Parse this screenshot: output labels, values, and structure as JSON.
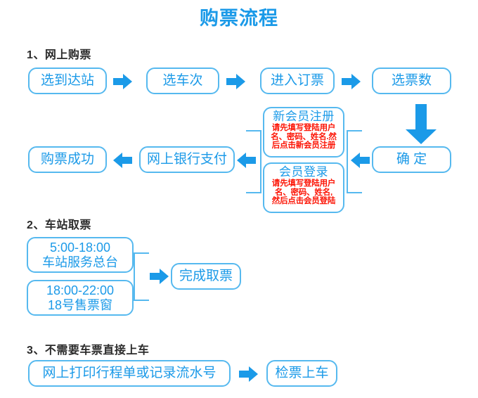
{
  "title": "购票流程",
  "theme": {
    "accent": "#1b9ae8",
    "border": "#56b9ef",
    "alert_text": "#fc1405",
    "heading_text": "#2b2b2b",
    "background": "#ffffff"
  },
  "sections": [
    {
      "heading": "1、网上购票",
      "row1": [
        {
          "label": "选到达站"
        },
        {
          "label": "选车次"
        },
        {
          "label": "进入订票"
        },
        {
          "label": "选票数"
        }
      ],
      "row2": [
        {
          "label": "购票成功"
        },
        {
          "label": "网上银行支付"
        },
        {
          "label": "确 定"
        }
      ],
      "combo_boxes": [
        {
          "title": "新会员注册",
          "lines": [
            "请先填写登陆用户",
            "名、密码、姓名.然",
            "后点击新会员注册"
          ]
        },
        {
          "title": "会员登录",
          "lines": [
            "请先填写登陆用户",
            "名、密码、姓名,",
            "然后点击会员登陆"
          ]
        }
      ]
    },
    {
      "heading": "2、车站取票",
      "options": [
        {
          "line1": "5:00-18:00",
          "line2": "车站服务总台"
        },
        {
          "line1": "18:00-22:00",
          "line2": "18号售票窗"
        }
      ],
      "result": "完成取票"
    },
    {
      "heading": "3、不需要车票直接上车",
      "steps": [
        {
          "label": "网上打印行程单或记录流水号"
        },
        {
          "label": "检票上车"
        }
      ]
    }
  ],
  "arrows": {
    "right": "arrow-right-icon",
    "left": "arrow-left-icon",
    "down": "arrow-down-icon"
  }
}
